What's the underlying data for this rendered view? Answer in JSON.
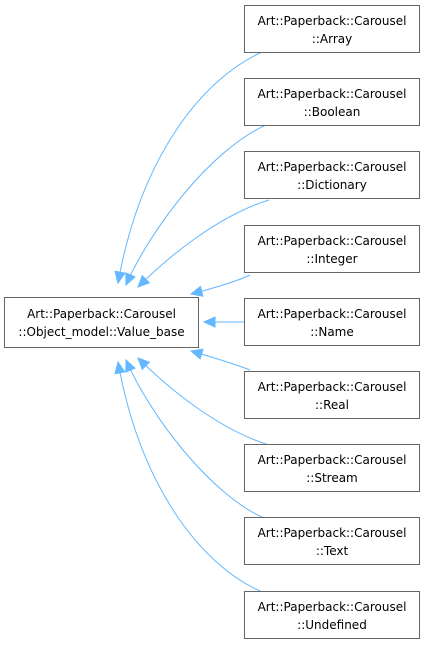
{
  "base_class": {
    "line1": "Art::Paperback::Carousel",
    "line2": "::Object_model::Value_base"
  },
  "derived_classes": [
    {
      "line1": "Art::Paperback::Carousel",
      "line2": "::Array"
    },
    {
      "line1": "Art::Paperback::Carousel",
      "line2": "::Boolean"
    },
    {
      "line1": "Art::Paperback::Carousel",
      "line2": "::Dictionary"
    },
    {
      "line1": "Art::Paperback::Carousel",
      "line2": "::Integer"
    },
    {
      "line1": "Art::Paperback::Carousel",
      "line2": "::Name"
    },
    {
      "line1": "Art::Paperback::Carousel",
      "line2": "::Real"
    },
    {
      "line1": "Art::Paperback::Carousel",
      "line2": "::Stream"
    },
    {
      "line1": "Art::Paperback::Carousel",
      "line2": "::Text"
    },
    {
      "line1": "Art::Paperback::Carousel",
      "line2": "::Undefined"
    }
  ],
  "colors": {
    "edge": "#63b8ff",
    "box_border": "#666666",
    "box_fill": "#ffffff",
    "text": "#000000"
  }
}
